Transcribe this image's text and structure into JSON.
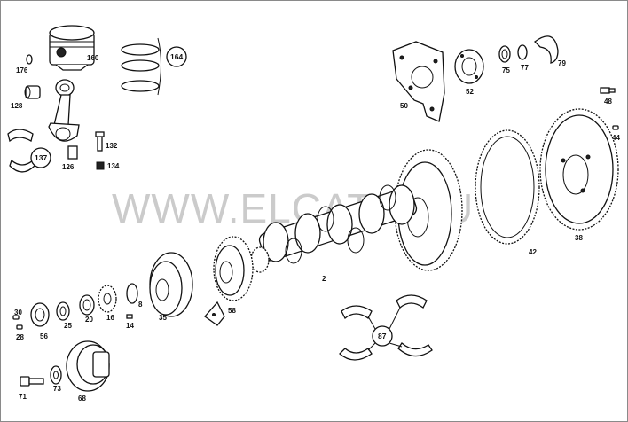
{
  "watermark": "WWW.ELCATS.RU",
  "labels": {
    "p176": "176",
    "p160": "160",
    "p164": "164",
    "p128": "128",
    "p132": "132",
    "p134": "134",
    "p137": "137",
    "p126": "126",
    "p50": "50",
    "p52": "52",
    "p75": "75",
    "p77": "77",
    "p79": "79",
    "p48": "48",
    "p44": "44",
    "p38": "38",
    "p42": "42",
    "p2": "2",
    "p58": "58",
    "p35": "35",
    "p8": "8",
    "p14": "14",
    "p16": "16",
    "p20": "20",
    "p25": "25",
    "p56": "56",
    "p30": "30",
    "p28": "28",
    "p87": "87",
    "p68": "68",
    "p73": "73",
    "p71": "71"
  }
}
